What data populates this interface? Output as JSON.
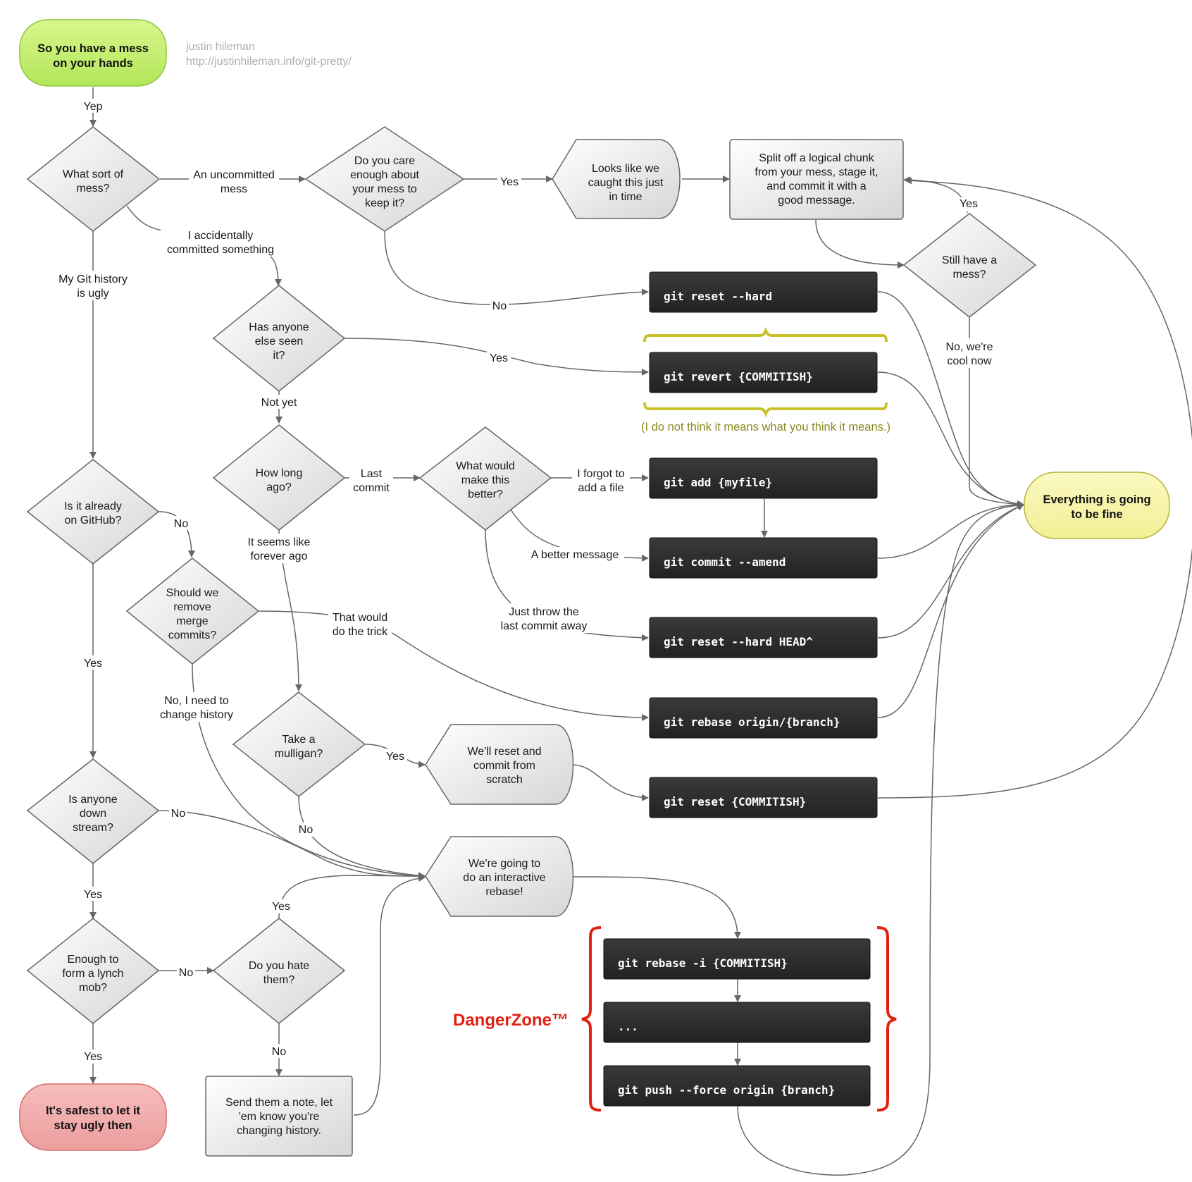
{
  "credit": {
    "author": "justin hileman",
    "url": "http://justinhileman.info/git-pretty/"
  },
  "nodes": {
    "start": [
      "So you have a mess",
      "on your hands"
    ],
    "what_sort": [
      "What sort of",
      "mess?"
    ],
    "care_enough": [
      "Do you care",
      "enough about",
      "your mess to",
      "keep it?"
    ],
    "caught_in_time": [
      "Looks like we",
      "caught this just",
      "in time"
    ],
    "split_off": [
      "Split off a logical chunk",
      "from your mess, stage it,",
      "and commit it with a",
      "good message."
    ],
    "still_mess": [
      "Still have a",
      "mess?"
    ],
    "has_anyone_seen": [
      "Has anyone",
      "else seen",
      "it?"
    ],
    "how_long": [
      "How long",
      "ago?"
    ],
    "what_would": [
      "What would",
      "make this",
      "better?"
    ],
    "already_github": [
      "Is it already",
      "on GitHub?"
    ],
    "remove_merge": [
      "Should we",
      "remove",
      "merge",
      "commits?"
    ],
    "mulligan": [
      "Take a",
      "mulligan?"
    ],
    "reset_scratch": [
      "We'll reset and",
      "commit from",
      "scratch"
    ],
    "anyone_downstream": [
      "Is anyone",
      "down",
      "stream?"
    ],
    "interactive_rebase": [
      "We're going to",
      "do an interactive",
      "rebase!"
    ],
    "lynch_mob": [
      "Enough to",
      "form a lynch",
      "mob?"
    ],
    "hate_them": [
      "Do you hate",
      "them?"
    ],
    "send_note": [
      "Send them a note, let",
      "'em know you're",
      "changing history."
    ],
    "safest": [
      "It's safest to let it",
      "stay ugly then"
    ],
    "fine": [
      "Everything is going",
      "to be fine"
    ]
  },
  "commands": {
    "reset_hard": "git reset --hard",
    "revert": "git revert {COMMITISH}",
    "add": "git add {myfile}",
    "amend": "git commit --amend",
    "reset_head": "git reset --hard HEAD^",
    "rebase_origin": "git rebase origin/{branch}",
    "reset_commitish": "git reset {COMMITISH}",
    "rebase_i": "git rebase -i {COMMITISH}",
    "ellipsis": "...",
    "push_force": "git push --force origin {branch}"
  },
  "edge_labels": {
    "yep": [
      "Yep"
    ],
    "uncommitted": [
      "An uncommitted",
      "mess"
    ],
    "accidentally": [
      "I accidentally",
      "committed something"
    ],
    "ugly": [
      "My Git history",
      "is ugly"
    ],
    "care_yes": [
      "Yes"
    ],
    "care_no": [
      "No"
    ],
    "still_yes": [
      "Yes"
    ],
    "cool_now": [
      "No, we're",
      "cool now"
    ],
    "seen_yes": [
      "Yes"
    ],
    "not_yet": [
      "Not yet"
    ],
    "last_commit": [
      "Last",
      "commit"
    ],
    "forever": [
      "It seems like",
      "forever ago"
    ],
    "forgot": [
      "I forgot to",
      "add a file"
    ],
    "better_msg": [
      "A better message"
    ],
    "throw_away": [
      "Just throw the",
      "last commit away"
    ],
    "github_no": [
      "No"
    ],
    "github_yes": [
      "Yes"
    ],
    "trick": [
      "That would",
      "do the trick"
    ],
    "change_history": [
      "No, I need to",
      "change history"
    ],
    "mulligan_yes": [
      "Yes"
    ],
    "mulligan_no": [
      "No"
    ],
    "downstream_no": [
      "No"
    ],
    "downstream_yes": [
      "Yes"
    ],
    "lynch_no": [
      "No"
    ],
    "lynch_yes": [
      "Yes"
    ],
    "hate_yes": [
      "Yes"
    ],
    "hate_no": [
      "No"
    ]
  },
  "annotations": {
    "revert_note": "(I do not think it means what you think it means.)",
    "danger_zone": "DangerZone™"
  },
  "colors": {
    "start_fill": "#c5f06a",
    "start_stroke": "#8cc63f",
    "end_fill": "#f8f6a8",
    "end_stroke": "#b7b43b",
    "stop_fill": "#f2a9a9",
    "stop_stroke": "#d96b6b",
    "command_fill": "#2b2b2b",
    "note_color": "#8a8a1e",
    "brace_revert": "#c8c32c",
    "danger_color": "#e02010"
  }
}
